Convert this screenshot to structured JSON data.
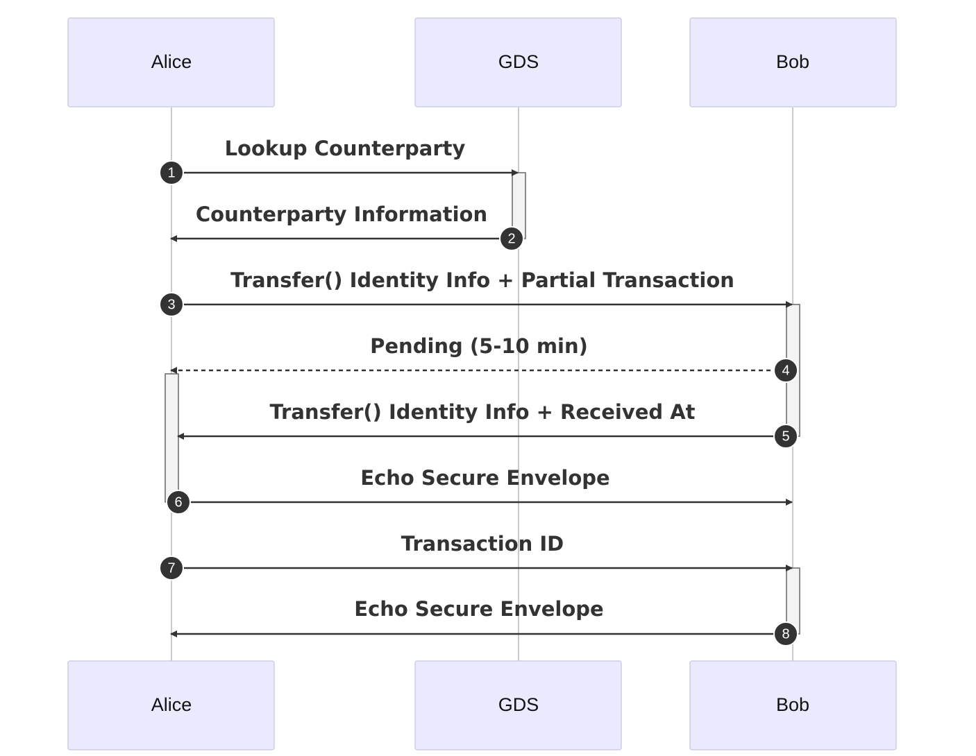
{
  "participants": [
    {
      "id": "alice",
      "label": "Alice"
    },
    {
      "id": "gds",
      "label": "GDS"
    },
    {
      "id": "bob",
      "label": "Bob"
    }
  ],
  "messages": [
    {
      "number": "1",
      "label": "Lookup Counterparty",
      "from": "alice",
      "to": "gds",
      "style": "solid"
    },
    {
      "number": "2",
      "label": "Counterparty Information",
      "from": "gds",
      "to": "alice",
      "style": "solid"
    },
    {
      "number": "3",
      "label": "Transfer() Identity Info + Partial Transaction",
      "from": "alice",
      "to": "bob",
      "style": "solid"
    },
    {
      "number": "4",
      "label": "Pending (5-10 min)",
      "from": "bob",
      "to": "alice",
      "style": "dashed"
    },
    {
      "number": "5",
      "label": "Transfer() Identity Info + Received At",
      "from": "bob",
      "to": "alice",
      "style": "solid"
    },
    {
      "number": "6",
      "label": "Echo Secure Envelope",
      "from": "alice",
      "to": "bob",
      "style": "solid"
    },
    {
      "number": "7",
      "label": "Transaction ID",
      "from": "alice",
      "to": "bob",
      "style": "solid"
    },
    {
      "number": "8",
      "label": "Echo Secure Envelope",
      "from": "bob",
      "to": "alice",
      "style": "solid"
    }
  ],
  "colors": {
    "actor_fill": "#eaeaff",
    "actor_stroke": "#cdcde8",
    "line": "#333333",
    "badge": "#333333",
    "activation_fill": "#f3f3f3"
  }
}
